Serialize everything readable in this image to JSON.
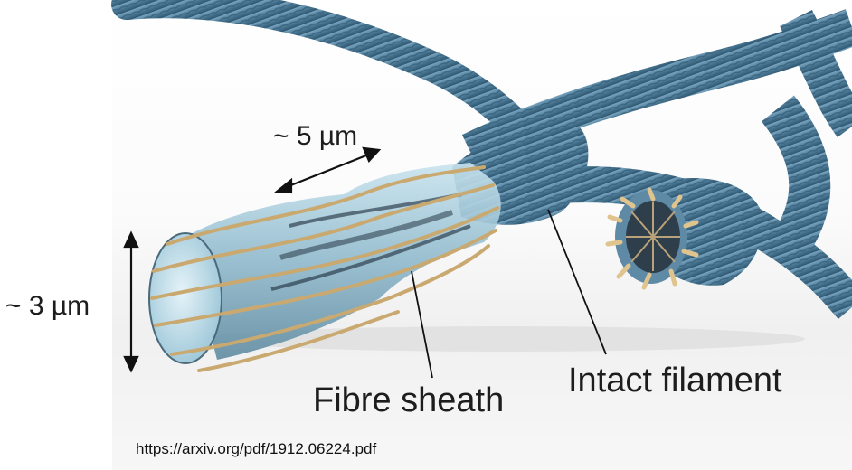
{
  "dimensions": {
    "width": "~ 5 µm",
    "height": "~ 3 µm"
  },
  "labels": {
    "sheath": "Fibre sheath",
    "filament": "Intact filament"
  },
  "source": "https://arxiv.org/pdf/1912.06224.pdf",
  "colors": {
    "filament": "#4f7f9c",
    "filament_dark": "#345a72",
    "filament_light": "#7aa5c0",
    "fibre": "#d8bb86",
    "sheath_glass": "#a9cfe0",
    "sheath_dark": "#1a2a38"
  }
}
